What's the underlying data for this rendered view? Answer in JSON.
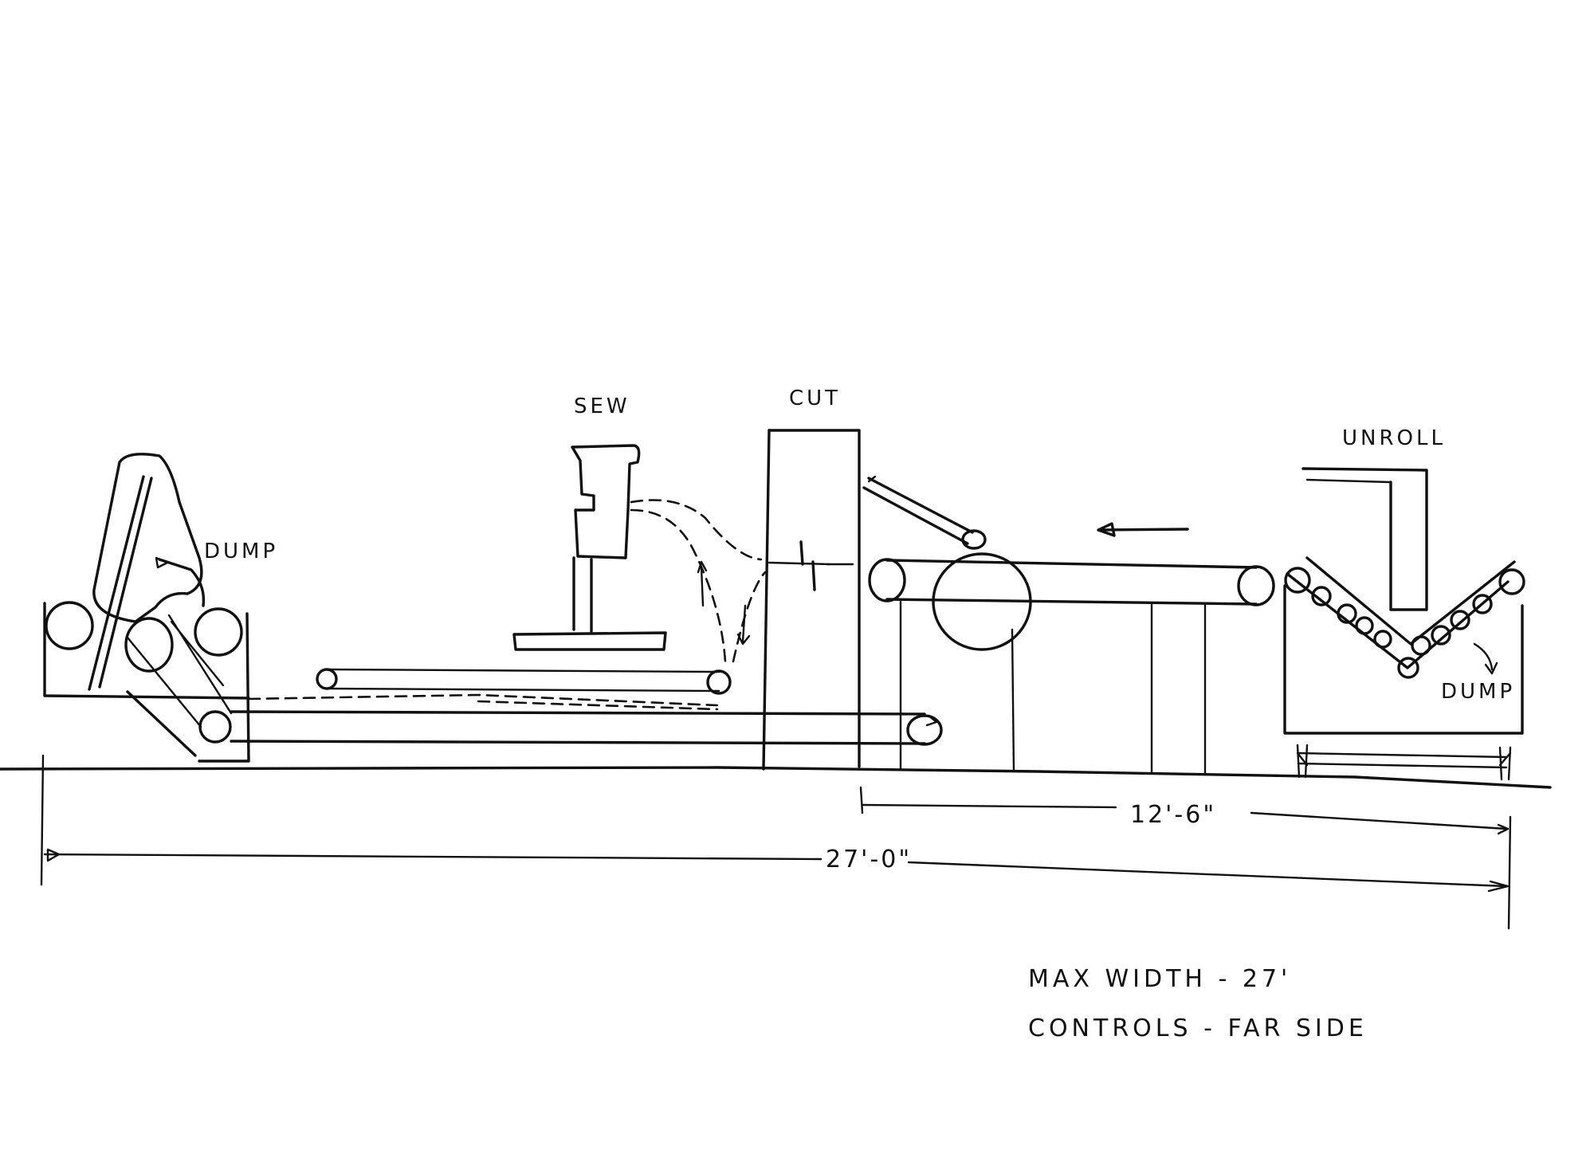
{
  "labels": {
    "sew": "SEW",
    "cut": "CUT",
    "unroll": "UNROLL",
    "dump_left": "DUMP",
    "dump_right": "DUMP"
  },
  "dimensions": {
    "overall": "27'-0\"",
    "partial": "12'-6\""
  },
  "notes": {
    "max_width": "MAX WIDTH - 27'",
    "controls": "CONTROLS - FAR SIDE"
  }
}
